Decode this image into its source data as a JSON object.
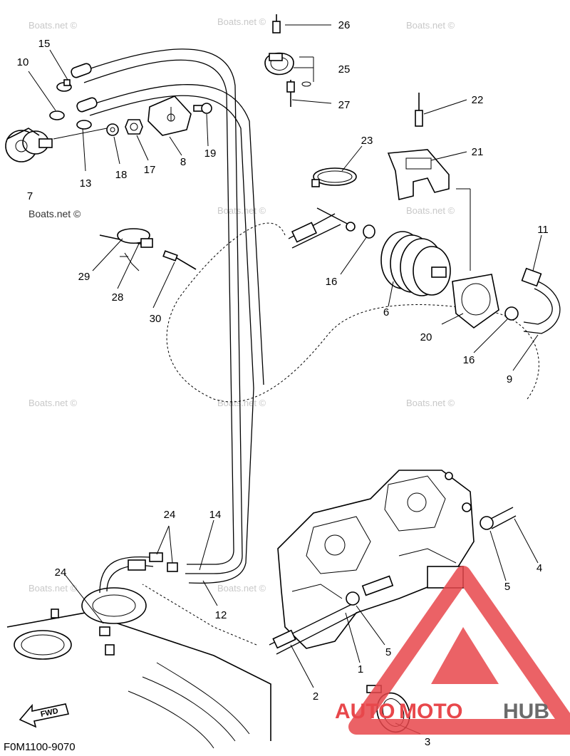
{
  "diagram": {
    "figure_code": "F0M1100-9070",
    "fwd_label": "FWD",
    "watermark_text": "Boats.net ©",
    "logo": {
      "auto": "AUTO",
      "moto": "MOTO",
      "hub": "HUB",
      "accent_color": "#e8474b",
      "hub_color": "#6b6b6b"
    },
    "labels": [
      {
        "id": "15",
        "text": "15"
      },
      {
        "id": "10",
        "text": "10"
      },
      {
        "id": "7",
        "text": "7"
      },
      {
        "id": "13",
        "text": "13"
      },
      {
        "id": "18",
        "text": "18"
      },
      {
        "id": "17",
        "text": "17"
      },
      {
        "id": "8",
        "text": "8"
      },
      {
        "id": "19",
        "text": "19"
      },
      {
        "id": "26",
        "text": "26"
      },
      {
        "id": "25",
        "text": "25"
      },
      {
        "id": "27",
        "text": "27"
      },
      {
        "id": "22",
        "text": "22"
      },
      {
        "id": "21",
        "text": "21"
      },
      {
        "id": "23",
        "text": "23"
      },
      {
        "id": "29",
        "text": "29"
      },
      {
        "id": "28",
        "text": "28"
      },
      {
        "id": "30",
        "text": "30"
      },
      {
        "id": "16a",
        "text": "16"
      },
      {
        "id": "6",
        "text": "6"
      },
      {
        "id": "11",
        "text": "11"
      },
      {
        "id": "20",
        "text": "20"
      },
      {
        "id": "16b",
        "text": "16"
      },
      {
        "id": "9",
        "text": "9"
      },
      {
        "id": "24a",
        "text": "24"
      },
      {
        "id": "14",
        "text": "14"
      },
      {
        "id": "24b",
        "text": "24"
      },
      {
        "id": "12",
        "text": "12"
      },
      {
        "id": "4",
        "text": "4"
      },
      {
        "id": "5a",
        "text": "5"
      },
      {
        "id": "5b",
        "text": "5"
      },
      {
        "id": "1",
        "text": "1"
      },
      {
        "id": "2",
        "text": "2"
      },
      {
        "id": "3",
        "text": "3"
      }
    ]
  }
}
